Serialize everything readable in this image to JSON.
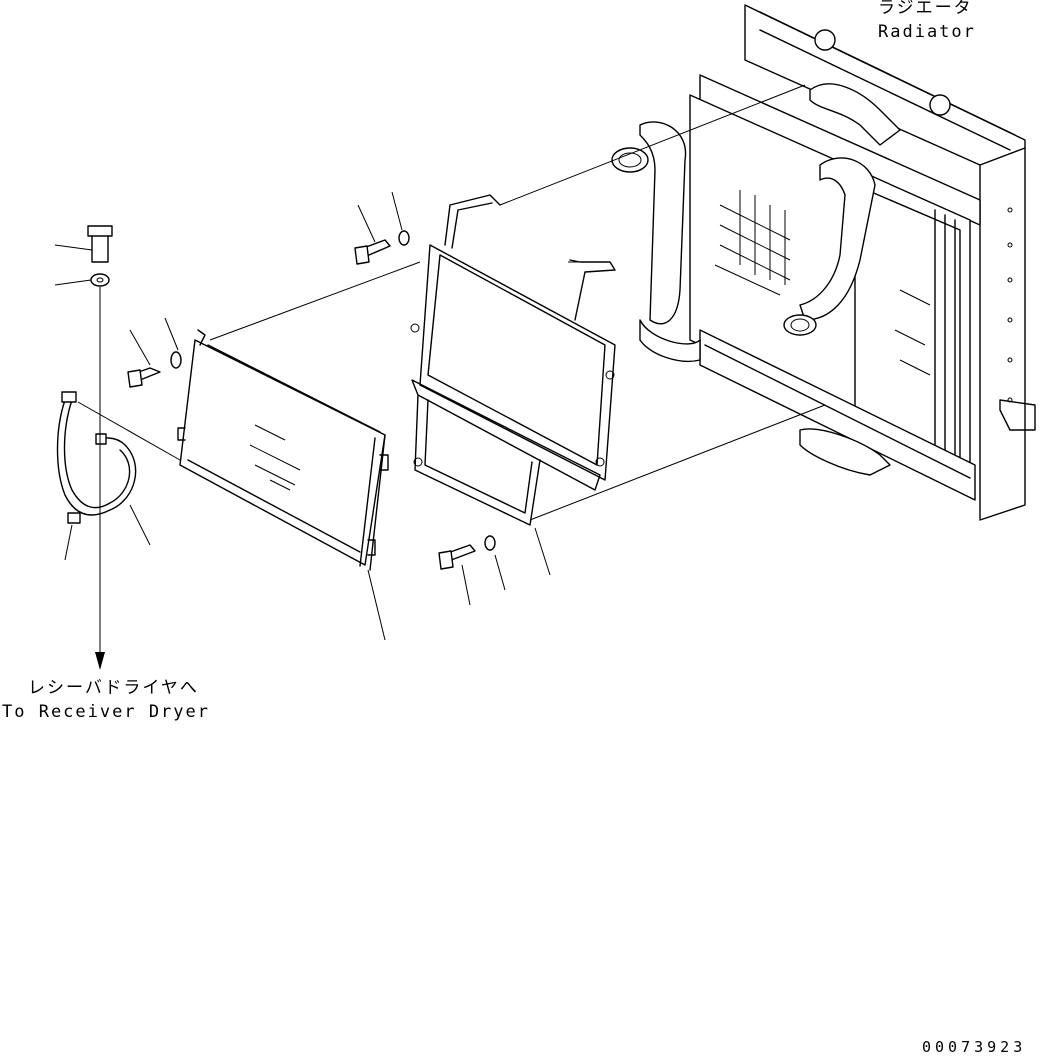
{
  "labels": {
    "radiator_jp": "ラジエータ",
    "radiator_en": "Radiator",
    "receiver_jp": "レシーバドライヤへ",
    "receiver_en": "To Receiver Dryer",
    "drawing_number": "00073923"
  },
  "icons": {
    "arrow": "arrow-down-icon"
  }
}
